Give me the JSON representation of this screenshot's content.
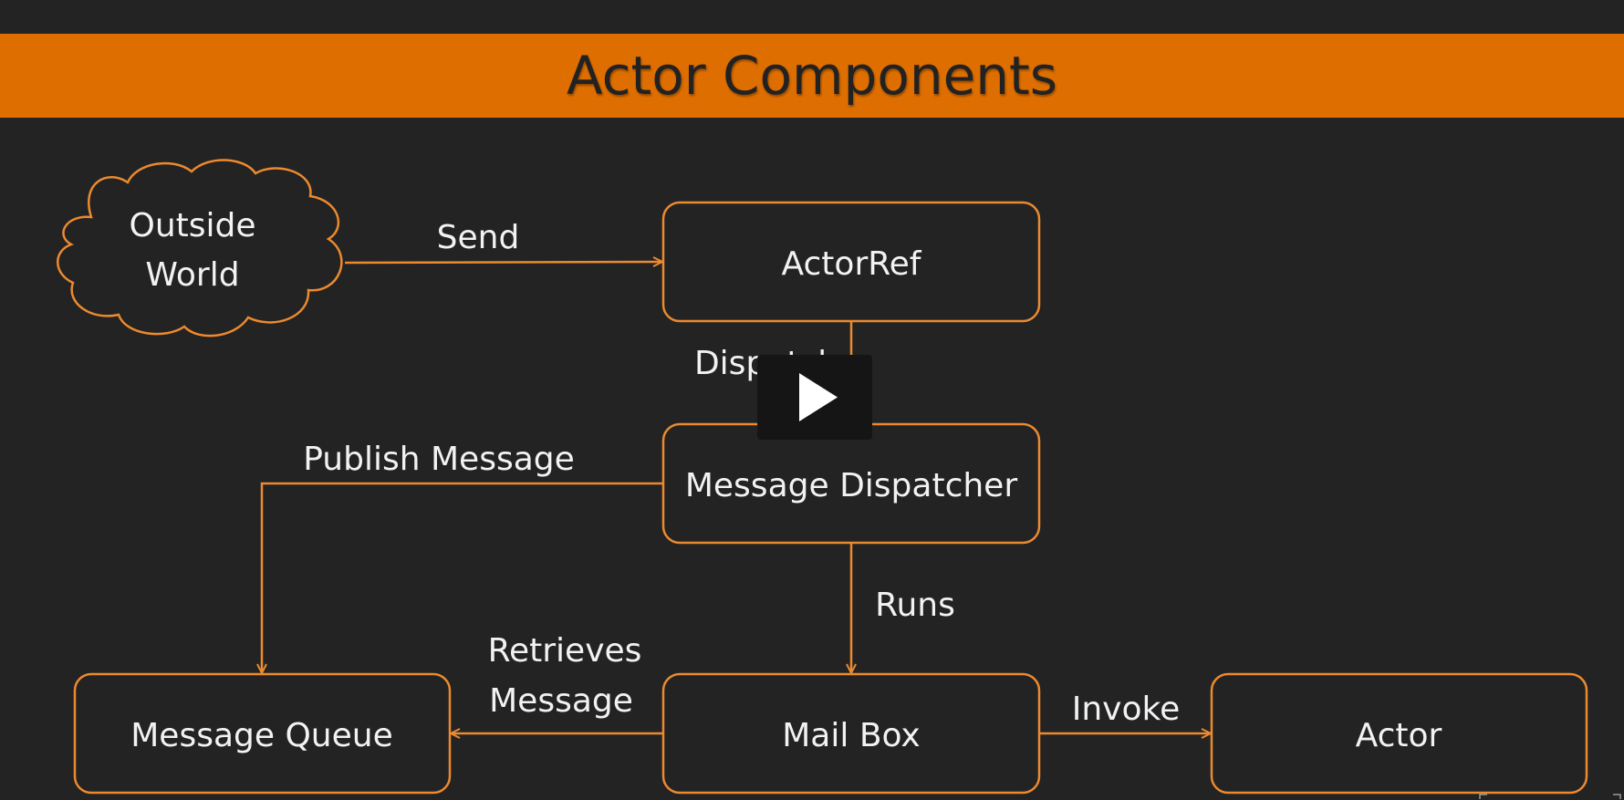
{
  "slide": {
    "title": "Actor Components"
  },
  "colors": {
    "background": "#232323",
    "title_bar": "#de6e00",
    "accent_stroke": "#eb8a2f",
    "text": "#f2f2f2"
  },
  "diagram": {
    "nodes": {
      "outside_world": {
        "line1": "Outside",
        "line2": "World",
        "shape": "cloud"
      },
      "actor_ref": {
        "label": "ActorRef"
      },
      "message_dispatcher": {
        "label": "Message Dispatcher"
      },
      "message_queue": {
        "label": "Message Queue"
      },
      "mail_box": {
        "label": "Mail Box"
      },
      "actor": {
        "label": "Actor"
      }
    },
    "edges": {
      "send": {
        "label": "Send"
      },
      "dispatch": {
        "label": "Dispatch"
      },
      "publish_message": {
        "label": "Publish Message"
      },
      "runs": {
        "label": "Runs"
      },
      "retrieves_message": {
        "line1": "Retrieves",
        "line2": "Message"
      },
      "invoke": {
        "label": "Invoke"
      }
    }
  },
  "video_overlay": {
    "play_icon": "play-icon"
  }
}
